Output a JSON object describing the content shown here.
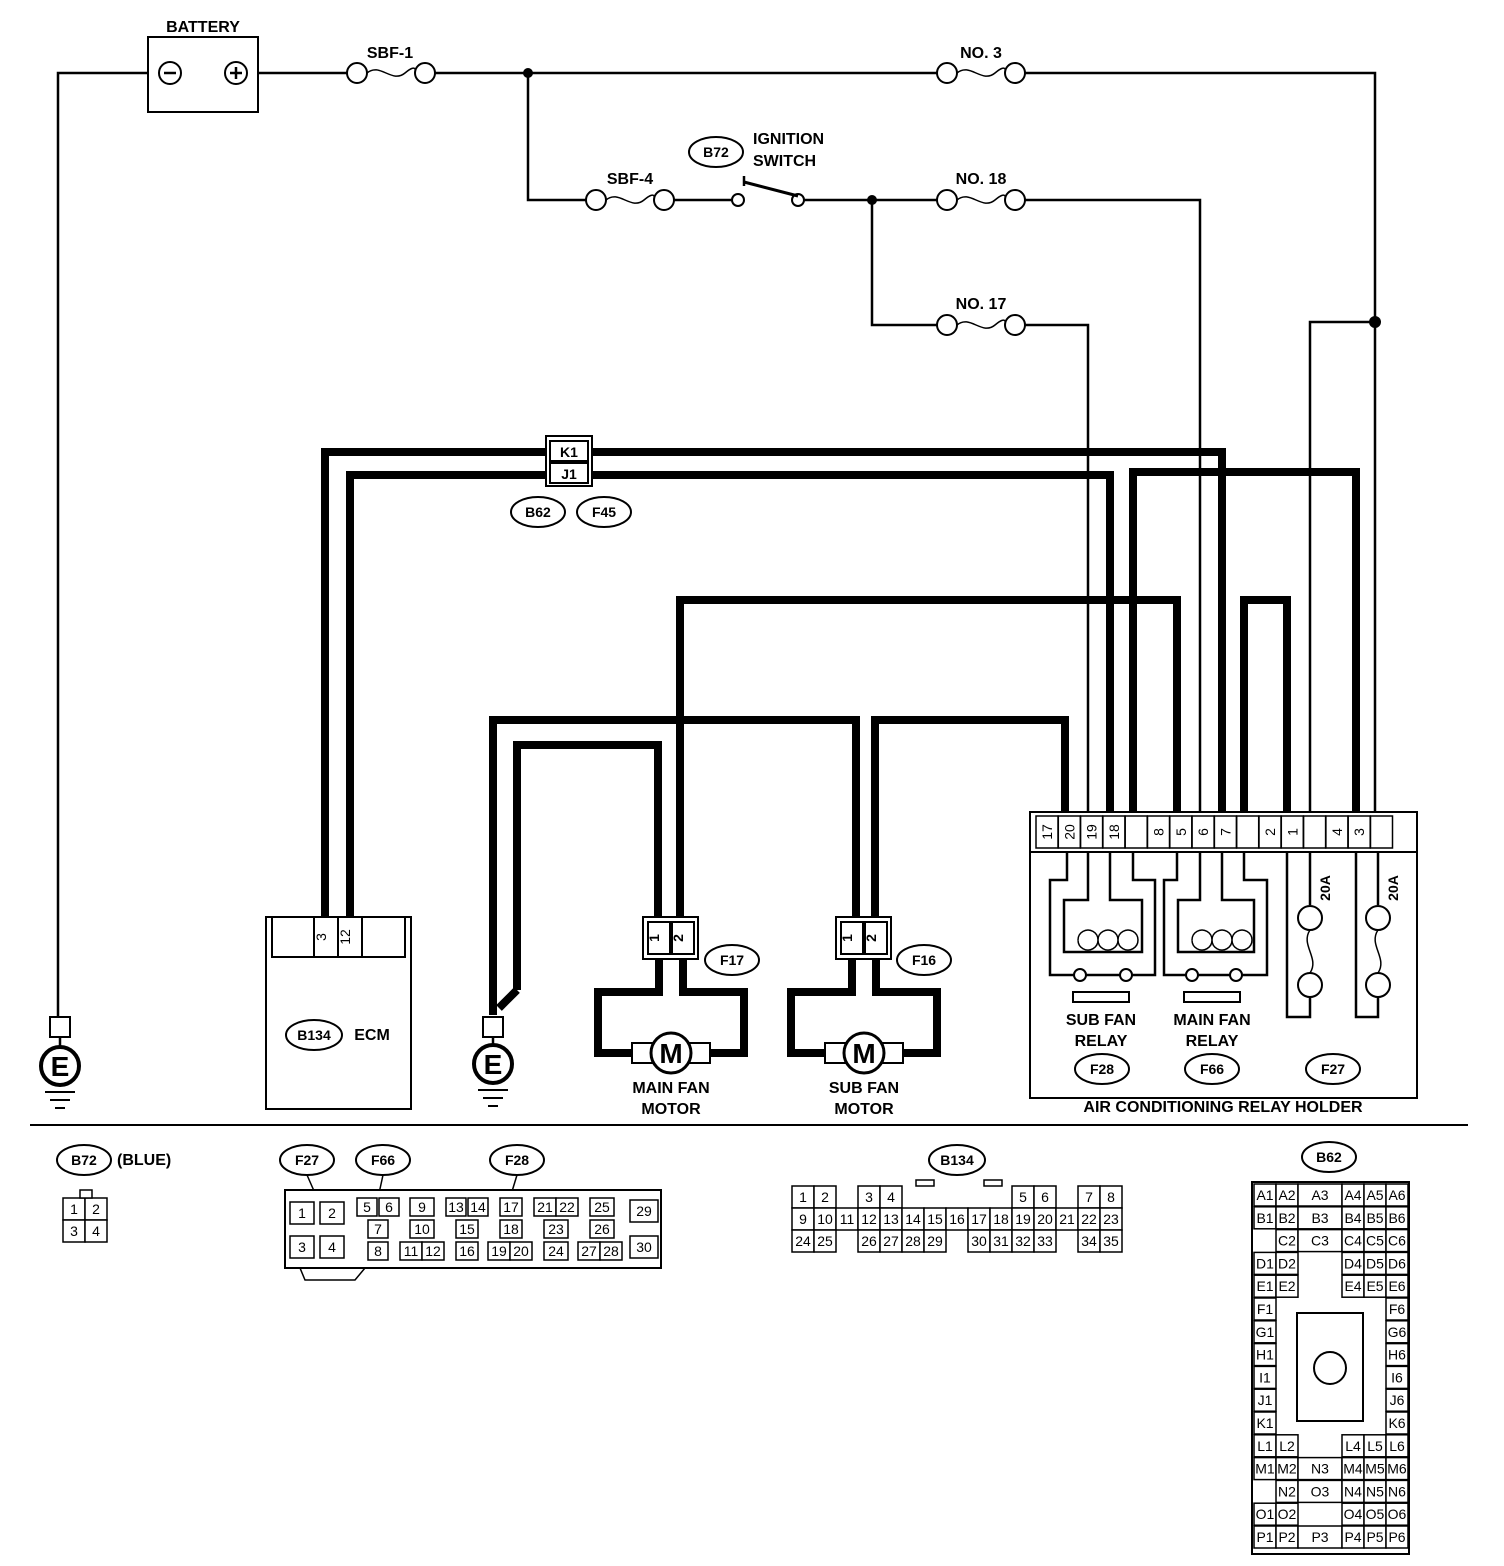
{
  "labels": {
    "battery": "BATTERY",
    "sbf1": "SBF-1",
    "sbf4": "SBF-4",
    "no3": "NO. 3",
    "no18": "NO. 18",
    "no17": "NO. 17",
    "ign_line1": "IGNITION",
    "ign_line2": "SWITCH",
    "ecm": "ECM",
    "main_fan_motor_1": "MAIN FAN",
    "main_fan_motor_2": "MOTOR",
    "sub_fan_motor_1": "SUB FAN",
    "sub_fan_motor_2": "MOTOR",
    "sub_fan_relay_1": "SUB FAN",
    "sub_fan_relay_2": "RELAY",
    "main_fan_relay_1": "MAIN FAN",
    "main_fan_relay_2": "RELAY",
    "relay_holder": "AIR CONDITIONING RELAY HOLDER",
    "fuse_20a": "20A",
    "ground": "E",
    "motor": "M",
    "blue": "(BLUE)",
    "k1": "K1",
    "j1": "J1"
  },
  "connector_ids": {
    "b72": "B72",
    "b62": "B62",
    "f45": "F45",
    "b134": "B134",
    "f17": "F17",
    "f16": "F16",
    "f28": "F28",
    "f66": "F66",
    "f27": "F27"
  },
  "ecm_pins": [
    "3",
    "12"
  ],
  "motor_pins": [
    "1",
    "2"
  ],
  "relay_holder_pins": [
    "17",
    "20",
    "19",
    "18",
    "",
    "8",
    "5",
    "6",
    "7",
    "",
    "2",
    "1",
    "",
    "4",
    "3",
    ""
  ],
  "b72_pins": [
    "1",
    "2",
    "3",
    "4"
  ],
  "f_connector_pins": [
    "1",
    "2",
    "3",
    "4",
    "5",
    "6",
    "7",
    "8",
    "9",
    "10",
    "11",
    "12",
    "13",
    "14",
    "15",
    "16",
    "17",
    "18",
    "19",
    "20",
    "21",
    "22",
    "23",
    "24",
    "25",
    "26",
    "27",
    "28",
    "29",
    "30"
  ],
  "b134_rows": [
    [
      "1",
      "2",
      "",
      "3",
      "4",
      "",
      "",
      "",
      "",
      "",
      "5",
      "6",
      "",
      "7",
      "8"
    ],
    [
      "9",
      "10",
      "11",
      "12",
      "13",
      "14",
      "15",
      "16",
      "17",
      "18",
      "19",
      "20",
      "21",
      "22",
      "23"
    ],
    [
      "24",
      "25",
      "",
      "26",
      "27",
      "28",
      "29",
      "",
      "30",
      "31",
      "32",
      "33",
      "",
      "34",
      "35"
    ]
  ],
  "b62_rows": [
    [
      "A1",
      "A2",
      "A3",
      "A4",
      "A5",
      "A6"
    ],
    [
      "B1",
      "B2",
      "B3",
      "B4",
      "B5",
      "B6"
    ],
    [
      "",
      "C2",
      "C3",
      "C4",
      "C5",
      "C6"
    ],
    [
      "D1",
      "D2",
      "",
      "D4",
      "D5",
      "D6"
    ],
    [
      "E1",
      "E2",
      "",
      "E4",
      "E5",
      "E6"
    ],
    [
      "F1",
      "",
      "",
      "",
      "",
      "F6"
    ],
    [
      "G1",
      "",
      "",
      "",
      "",
      "G6"
    ],
    [
      "H1",
      "",
      "",
      "",
      "",
      "H6"
    ],
    [
      "I1",
      "",
      "",
      "",
      "",
      "I6"
    ],
    [
      "J1",
      "",
      "",
      "",
      "",
      "J6"
    ],
    [
      "K1",
      "",
      "",
      "",
      "",
      "K6"
    ],
    [
      "L1",
      "L2",
      "",
      "L4",
      "L5",
      "L6"
    ],
    [
      "M1",
      "M2",
      "N3",
      "M4",
      "M5",
      "M6"
    ],
    [
      "",
      "N2",
      "O3",
      "N4",
      "N5",
      "N6"
    ],
    [
      "O1",
      "O2",
      "",
      "O4",
      "O5",
      "O6"
    ],
    [
      "P1",
      "P2",
      "P3",
      "P4",
      "P5",
      "P6"
    ]
  ]
}
